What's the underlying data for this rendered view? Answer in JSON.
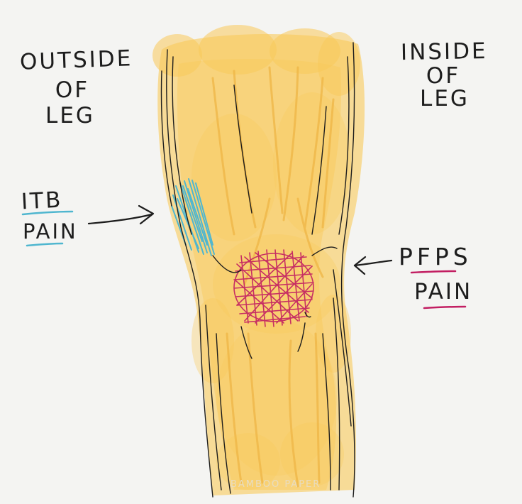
{
  "labels": {
    "outside_1": "OUTSIDE",
    "outside_2": "OF",
    "outside_3": "LEG",
    "inside_1": "INSIDE",
    "inside_2": "OF",
    "inside_3": "LEG",
    "itb_1": "ITB",
    "itb_2": "PAIN",
    "pfps_1": "PFPS",
    "pfps_2": "PAIN"
  },
  "watermark": "BAMBOO PAPER",
  "colors": {
    "background": "#f4f4f2",
    "leg_fill": "#f9c95a",
    "ink": "#1d1d1d",
    "itb_highlight": "#4fb6cf",
    "pfps_highlight": "#c21e62"
  },
  "icons": {
    "itb_arrow": "arrow-right-icon",
    "pfps_arrow": "arrow-left-icon"
  }
}
